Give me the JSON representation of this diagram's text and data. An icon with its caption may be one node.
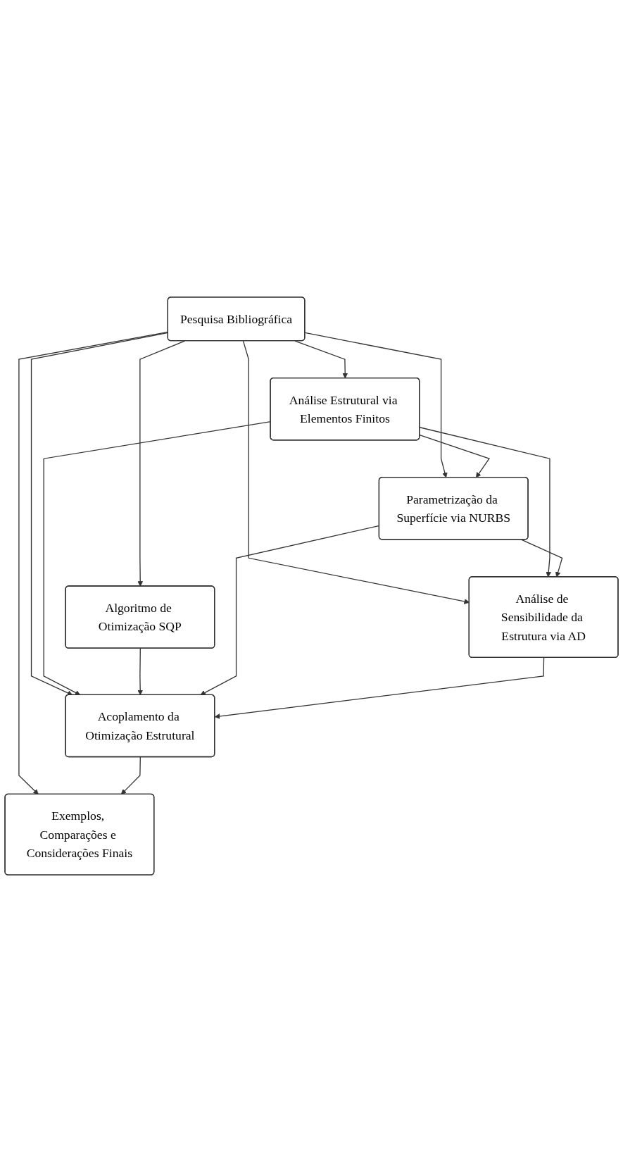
{
  "diagram": {
    "nodes": [
      {
        "text": [
          "Pesquisa Bibliográfica"
        ]
      },
      {
        "text": [
          "Análise Estrutural via Elementos Finitos"
        ]
      },
      {
        "text": [
          "Algoritmo de Otimização SQP"
        ]
      },
      {
        "text": [
          "Parametrização da Superfície via NURBS"
        ]
      },
      {
        "text": [
          "Análise de Sensibilidade da Estrutura via AD"
        ]
      },
      {
        "text": [
          "Acoplamento da Otimização Estrutural"
        ]
      },
      {
        "text": [
          "Exemplos, Comparações e Considerações Finais"
        ]
      }
    ],
    "edges": [
      {
        "from": 0,
        "to": 1,
        "arrow": "to"
      },
      {
        "from": 0,
        "to": 2,
        "arrow": "to"
      },
      {
        "from": 0,
        "to": 3,
        "arrow": "to"
      },
      {
        "from": 0,
        "to": 4,
        "arrow": "to"
      },
      {
        "from": 0,
        "to": 5,
        "arrow": "to"
      },
      {
        "from": 0,
        "to": 6,
        "arrow": "to"
      },
      {
        "from": 1,
        "to": 3,
        "arrow": "to"
      },
      {
        "from": 1,
        "to": 4,
        "arrow": "to"
      },
      {
        "from": 1,
        "to": 5,
        "arrow": "to"
      },
      {
        "from": 2,
        "to": 5,
        "arrow": "to"
      },
      {
        "from": 3,
        "to": 4,
        "arrow": "to"
      },
      {
        "from": 3,
        "to": 5,
        "arrow": "to"
      },
      {
        "from": 4,
        "to": 5,
        "arrow": "to"
      },
      {
        "from": 5,
        "to": 6,
        "arrow": "to"
      }
    ]
  }
}
